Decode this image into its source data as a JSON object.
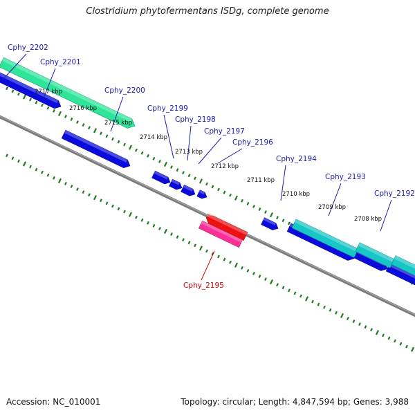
{
  "title": "Clostridium phytofermentans ISDg, complete genome",
  "footer": {
    "accession": "Accession: NC_010001",
    "summary": "Topology: circular; Length: 4,847,594 bp; Genes: 3,988"
  },
  "colors": {
    "backbone": "#7a7a7a",
    "tick": "#1f7a1f",
    "gene_label": "#1a1ab0",
    "highlight_label": "#cc0000",
    "gene_blue": "#0b0bdc",
    "gene_green": "#2ee59a",
    "gene_cyan": "#17c6c6",
    "gene_red": "#ee1111",
    "gene_pink": "#ff2f98"
  },
  "scale": {
    "unit": "kbp",
    "labels": [
      "2717 kbp",
      "2716 kbp",
      "2715 kbp",
      "2714 kbp",
      "2713 kbp",
      "2712 kbp",
      "2711 kbp",
      "2710 kbp",
      "2709 kbp",
      "2708 kbp"
    ]
  },
  "genes": [
    {
      "name": "Cphy_2202",
      "highlight": false
    },
    {
      "name": "Cphy_2201",
      "highlight": false
    },
    {
      "name": "Cphy_2200",
      "highlight": false
    },
    {
      "name": "Cphy_2199",
      "highlight": false
    },
    {
      "name": "Cphy_2198",
      "highlight": false
    },
    {
      "name": "Cphy_2197",
      "highlight": false
    },
    {
      "name": "Cphy_2196",
      "highlight": false
    },
    {
      "name": "Cphy_2195",
      "highlight": true
    },
    {
      "name": "Cphy_2194",
      "highlight": false
    },
    {
      "name": "Cphy_2193",
      "highlight": false
    },
    {
      "name": "Cphy_2192",
      "highlight": false
    }
  ]
}
